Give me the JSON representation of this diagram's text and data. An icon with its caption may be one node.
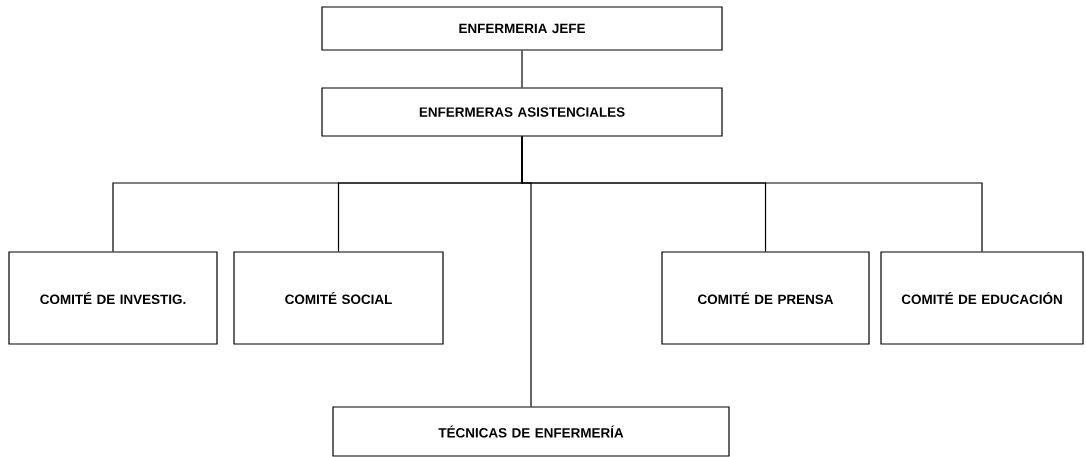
{
  "diagram": {
    "nodes": [
      {
        "text": [
          "ENFERMERIA JEFE"
        ]
      },
      {
        "text": [
          "ENFERMERAS ASISTENCIALES"
        ]
      },
      {
        "text": [
          "COMITÉ DE INVESTIG."
        ]
      },
      {
        "text": [
          "COMITÉ SOCIAL"
        ]
      },
      {
        "text": [
          "COMITÉ DE PRENSA"
        ]
      },
      {
        "text": [
          "COMITÉ DE EDUCACIÓN"
        ]
      },
      {
        "text": [
          "TÉCNICAS DE ENFERMERÍA"
        ]
      }
    ],
    "edges": [
      {
        "from": 0,
        "to": 1,
        "arrow": "none"
      },
      {
        "from": 1,
        "to": 2,
        "arrow": "none"
      },
      {
        "from": 1,
        "to": 3,
        "arrow": "none"
      },
      {
        "from": 1,
        "to": 4,
        "arrow": "none"
      },
      {
        "from": 1,
        "to": 5,
        "arrow": "none"
      },
      {
        "from": 1,
        "to": 6,
        "arrow": "none"
      }
    ]
  }
}
